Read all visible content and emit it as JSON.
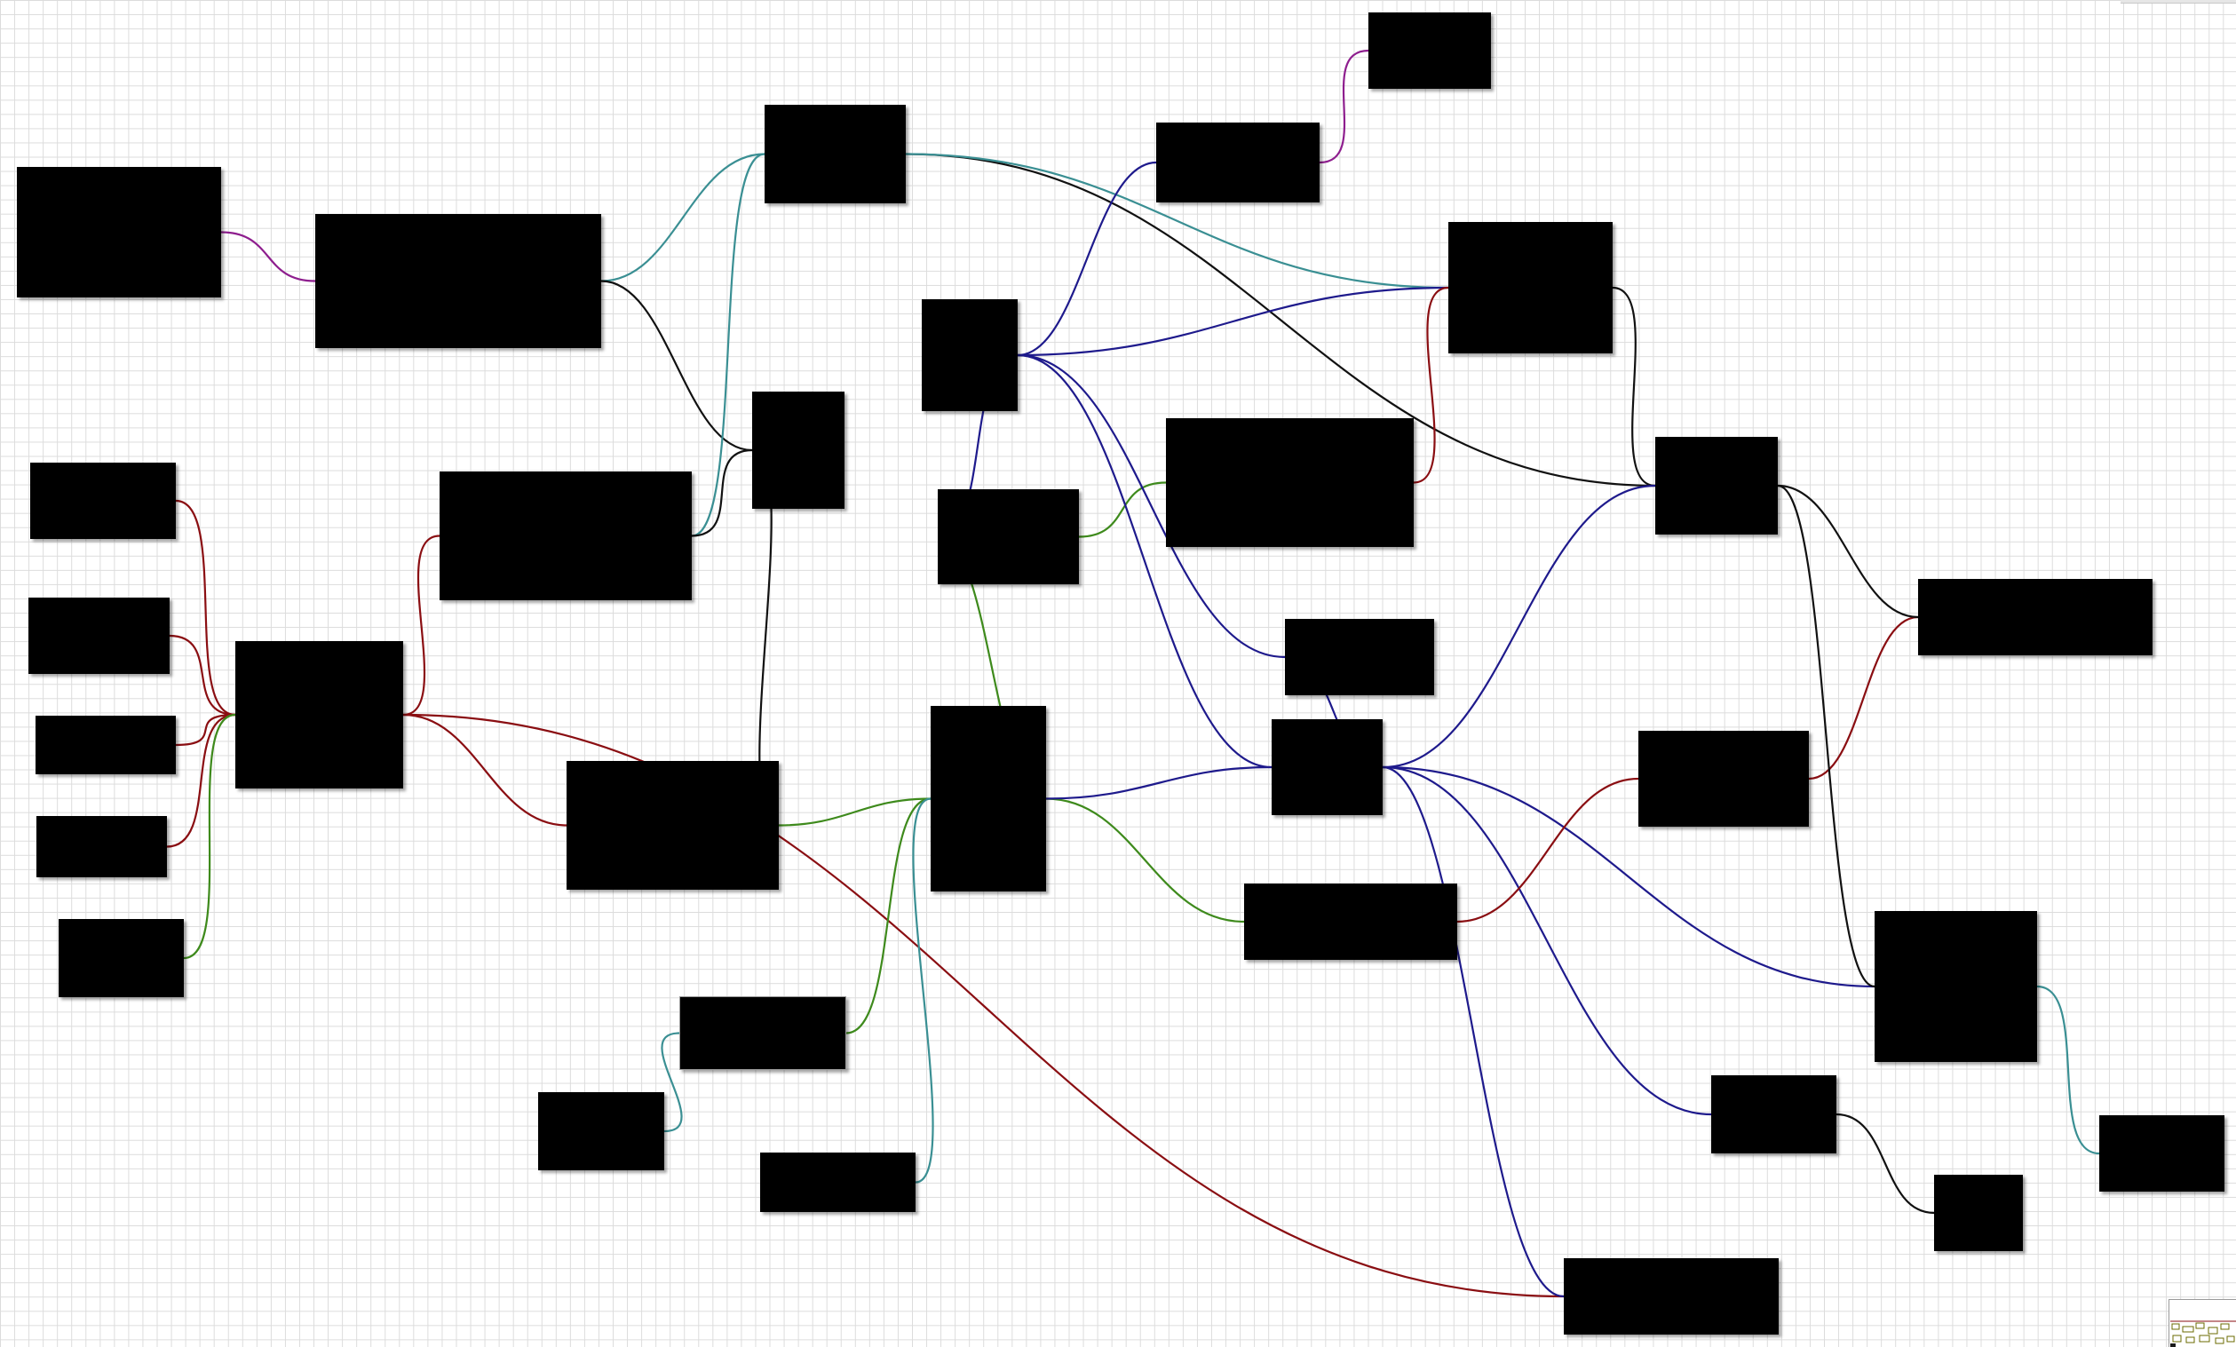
{
  "palette": {
    "teal": "#3a8f93",
    "black": "#111111",
    "navy": "#1e1a8c",
    "maroon": "#8a0e12",
    "green": "#3e8a1c",
    "purple": "#8e1e8e"
  },
  "nodes": [
    {
      "id": "n1",
      "label": ""
    },
    {
      "id": "n2",
      "label": ""
    },
    {
      "id": "n3",
      "label": ""
    },
    {
      "id": "n4",
      "label": ""
    },
    {
      "id": "n5",
      "label": ""
    },
    {
      "id": "n6",
      "label": ""
    },
    {
      "id": "n7",
      "label": ""
    },
    {
      "id": "n8",
      "label": ""
    },
    {
      "id": "n9",
      "label": ""
    },
    {
      "id": "n10",
      "label": ""
    },
    {
      "id": "n11",
      "label": ""
    },
    {
      "id": "n12",
      "label": ""
    },
    {
      "id": "n13",
      "label": ""
    },
    {
      "id": "n14",
      "label": ""
    },
    {
      "id": "n15",
      "label": ""
    },
    {
      "id": "n16",
      "label": ""
    },
    {
      "id": "n17",
      "label": ""
    },
    {
      "id": "n18",
      "label": ""
    },
    {
      "id": "n19",
      "label": ""
    },
    {
      "id": "n20",
      "label": ""
    },
    {
      "id": "n21",
      "label": ""
    },
    {
      "id": "n22",
      "label": ""
    },
    {
      "id": "n23",
      "label": ""
    },
    {
      "id": "n24",
      "label": ""
    },
    {
      "id": "n25",
      "label": ""
    },
    {
      "id": "n26",
      "label": ""
    },
    {
      "id": "n27",
      "label": ""
    },
    {
      "id": "n28",
      "label": ""
    },
    {
      "id": "n29",
      "label": ""
    },
    {
      "id": "n30",
      "label": ""
    },
    {
      "id": "n31",
      "label": ""
    },
    {
      "id": "n32",
      "label": ""
    }
  ],
  "edges": [
    {
      "from": "n1",
      "to": "n2",
      "color": "purple"
    },
    {
      "from": "n2",
      "to": "n8",
      "color": "teal"
    },
    {
      "from": "n2",
      "to": "n10",
      "color": "black"
    },
    {
      "from": "n8",
      "to": "n20",
      "color": "black"
    },
    {
      "from": "n8",
      "to": "n17",
      "color": "teal"
    },
    {
      "from": "n9",
      "to": "n8",
      "color": "teal"
    },
    {
      "from": "n9",
      "to": "n10",
      "color": "black"
    },
    {
      "from": "n10",
      "to": "n12",
      "color": "black"
    },
    {
      "from": "n3",
      "to": "n7",
      "color": "maroon"
    },
    {
      "from": "n4",
      "to": "n7",
      "color": "maroon"
    },
    {
      "from": "n5",
      "to": "n7",
      "color": "maroon"
    },
    {
      "from": "n6",
      "to": "n7",
      "color": "maroon"
    },
    {
      "from": "n28",
      "to": "n7",
      "color": "green"
    },
    {
      "from": "n7",
      "to": "n9",
      "color": "maroon"
    },
    {
      "from": "n7",
      "to": "n12",
      "color": "maroon"
    },
    {
      "from": "n7",
      "to": "n31",
      "color": "maroon"
    },
    {
      "from": "n12",
      "to": "n14",
      "color": "green"
    },
    {
      "from": "n29",
      "to": "n14",
      "color": "green"
    },
    {
      "from": "n30",
      "to": "n29",
      "color": "teal"
    },
    {
      "from": "n27",
      "to": "n14",
      "color": "teal"
    },
    {
      "from": "n13",
      "to": "n14",
      "color": "green"
    },
    {
      "from": "n13",
      "to": "n16",
      "color": "green"
    },
    {
      "from": "n14",
      "to": "n18",
      "color": "green"
    },
    {
      "from": "n14",
      "to": "n22",
      "color": "navy"
    },
    {
      "from": "n11",
      "to": "n15",
      "color": "navy"
    },
    {
      "from": "n11",
      "to": "n17",
      "color": "navy"
    },
    {
      "from": "n11",
      "to": "n21",
      "color": "navy"
    },
    {
      "from": "n11",
      "to": "n22",
      "color": "navy"
    },
    {
      "from": "n11",
      "to": "n13",
      "color": "navy"
    },
    {
      "from": "n15",
      "to": "n19",
      "color": "purple"
    },
    {
      "from": "n16",
      "to": "n17",
      "color": "maroon"
    },
    {
      "from": "n17",
      "to": "n20",
      "color": "black"
    },
    {
      "from": "n21",
      "to": "n22",
      "color": "navy"
    },
    {
      "from": "n22",
      "to": "n20",
      "color": "navy"
    },
    {
      "from": "n22",
      "to": "n25",
      "color": "navy"
    },
    {
      "from": "n22",
      "to": "n26",
      "color": "navy"
    },
    {
      "from": "n22",
      "to": "n31",
      "color": "navy"
    },
    {
      "from": "n18",
      "to": "n23",
      "color": "maroon"
    },
    {
      "from": "n23",
      "to": "n24",
      "color": "maroon"
    },
    {
      "from": "n20",
      "to": "n24",
      "color": "black"
    },
    {
      "from": "n20",
      "to": "n25",
      "color": "black"
    },
    {
      "from": "n25",
      "to": "n32",
      "color": "teal"
    },
    {
      "from": "n26",
      "to": "n33",
      "color": "black"
    }
  ]
}
